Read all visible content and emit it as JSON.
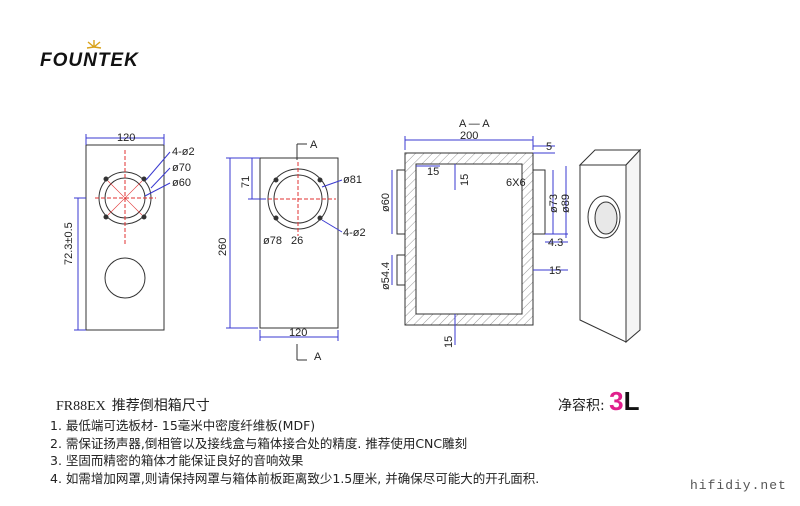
{
  "brand": {
    "name": "FOUNTEK"
  },
  "front_view": {
    "width": "120",
    "holes": "4-ø2",
    "d_outer": "ø70",
    "d_inner": "ø60",
    "height_offset": "72.3±0.5"
  },
  "side_view": {
    "top_offset": "71",
    "height": "260",
    "d_port": "ø81",
    "d_inner": "ø78",
    "width_small": "26",
    "holes": "4-ø2",
    "width": "120",
    "section_top": "A",
    "section_bottom": "A"
  },
  "section_view": {
    "title": "A — A",
    "width": "200",
    "wall": "5",
    "thk1": "15",
    "thk2": "15",
    "d_tweeter": "ø60",
    "screws": "6X6",
    "d_port_in": "ø73",
    "d_port_out": "ø89",
    "offset": "4.3",
    "thk3": "15",
    "d_terminal": "ø54.4",
    "thk_bottom": "15"
  },
  "notes": {
    "model": "FR88EX",
    "title": "推荐倒相箱尺寸",
    "items": [
      "1.  最低端可选板材-  15毫米中密度纤维板(MDF)",
      "2.  需保证扬声器,倒相管以及接线盒与箱体接合处的精度. 推荐使用CNC雕刻",
      "3.  坚固而精密的箱体才能保证良好的音响效果",
      "4.  如需增加网罩,则请保持网罩与箱体前板距离致少1.5厘米, 并确保尽可能大的开孔面积."
    ]
  },
  "volume": {
    "label": "净容积:",
    "value": "3",
    "unit": "L"
  },
  "watermark": "hifidiy.net",
  "colors": {
    "accent": "#e0208c",
    "red_lines": "#e03030",
    "blue_dims": "#3a3ad0"
  }
}
